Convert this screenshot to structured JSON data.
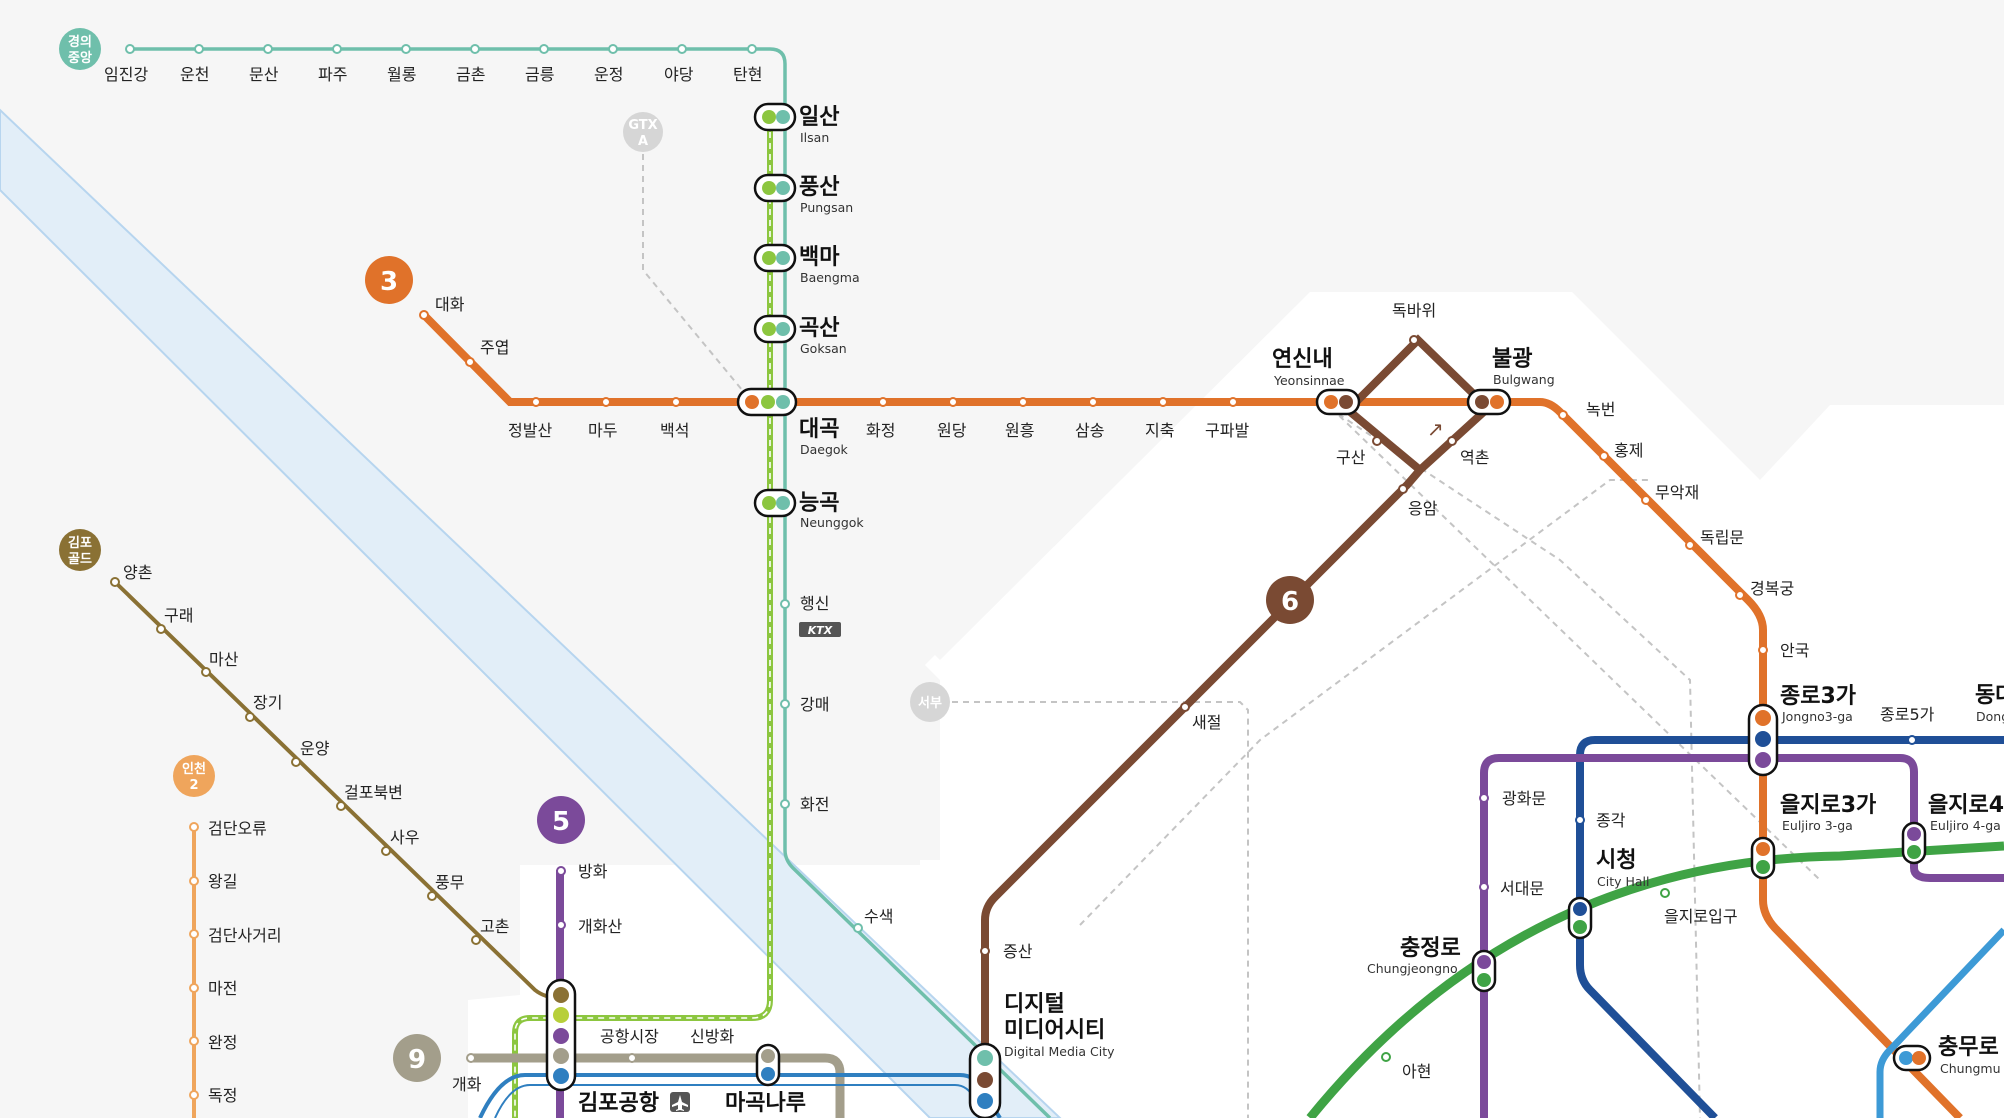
{
  "colors": {
    "line3": "#e0722a",
    "line5": "#7b4a9a",
    "line6": "#7a4a33",
    "line9": "#a39e8b",
    "line2": "#3fa345",
    "line1": "#1f4f97",
    "gyeongui": "#6fbfab",
    "gimpo": "#8a7134",
    "incheon2": "#efa55c",
    "gtx": "#cfcfcf",
    "airport": "#2f7fc0",
    "water": "#e2eef8"
  },
  "icons": {
    "airport": "airplane-icon",
    "ktx": "ktx-logo-icon"
  },
  "badges": {
    "gyeongui": [
      "경의",
      "중앙"
    ],
    "gimpo": [
      "김포",
      "골드"
    ],
    "incheon": [
      "인천",
      "2"
    ],
    "gtx": [
      "GTX",
      "A"
    ],
    "seobu": "서부",
    "line3": "3",
    "line5": "5",
    "line6": "6",
    "line9": "9"
  },
  "gyeongui_top": [
    "임진강",
    "운천",
    "문산",
    "파주",
    "월롱",
    "금촌",
    "금릉",
    "운정",
    "야당",
    "탄현"
  ],
  "gyeongui_south": {
    "haengsin": "행신",
    "gangmae": "강매",
    "hwajeon": "화전",
    "susaek": "수색",
    "ktx": "KTX"
  },
  "line3": {
    "upper": [
      "대화",
      "주엽"
    ],
    "row": [
      "정발산",
      "마두",
      "백석",
      "화정",
      "원당",
      "원흥",
      "삼송",
      "지축",
      "구파발"
    ],
    "east": [
      "녹번",
      "홍제",
      "무악재",
      "독립문",
      "경복궁",
      "안국",
      "종로5가"
    ]
  },
  "major": {
    "ilsan": [
      "일산",
      "Ilsan"
    ],
    "pungsan": [
      "풍산",
      "Pungsan"
    ],
    "baengma": [
      "백마",
      "Baengma"
    ],
    "goksan": [
      "곡산",
      "Goksan"
    ],
    "daegok": [
      "대곡",
      "Daegok"
    ],
    "neunggok": [
      "능곡",
      "Neunggok"
    ],
    "yeonsinnae": [
      "연신내",
      "Yeonsinnae"
    ],
    "bulgwang": [
      "불광",
      "Bulgwang"
    ],
    "jongno3": [
      "종로3가",
      "Jongno3-ga"
    ],
    "euljiro3": [
      "을지로3가",
      "Euljiro 3-ga"
    ],
    "euljiro4": [
      "을지로4",
      "Euljiro 4-ga"
    ],
    "dongdae": [
      "동대",
      "Dongdae"
    ],
    "cityhall": [
      "시청",
      "City Hall"
    ],
    "chungjeongno": [
      "충정로",
      "Chungjeongno"
    ],
    "chungmu": [
      "충무로",
      "Chungmu"
    ],
    "dmc_1": "디지털",
    "dmc_2": "미디어시티",
    "dmc_en": "Digital Media City",
    "gimpo_airport": "김포공항",
    "magongnaru": "마곡나루"
  },
  "line6": {
    "loop": [
      "독바위",
      "구산",
      "역촌"
    ],
    "row": [
      "응암",
      "새절",
      "증산"
    ],
    "arrow": "↗"
  },
  "gimpo_gold": [
    "양촌",
    "구래",
    "마산",
    "장기",
    "운양",
    "걸포북변",
    "사우",
    "풍무",
    "고촌"
  ],
  "incheon2": [
    "검단오류",
    "왕길",
    "검단사거리",
    "마전",
    "완정",
    "독정"
  ],
  "line5": [
    "방화",
    "개화산"
  ],
  "line9": [
    "개화",
    "공항시장",
    "신방화"
  ],
  "line2": [
    "아현",
    "을지로입구"
  ],
  "line1": [
    "광화문",
    "서대문",
    "종각"
  ]
}
